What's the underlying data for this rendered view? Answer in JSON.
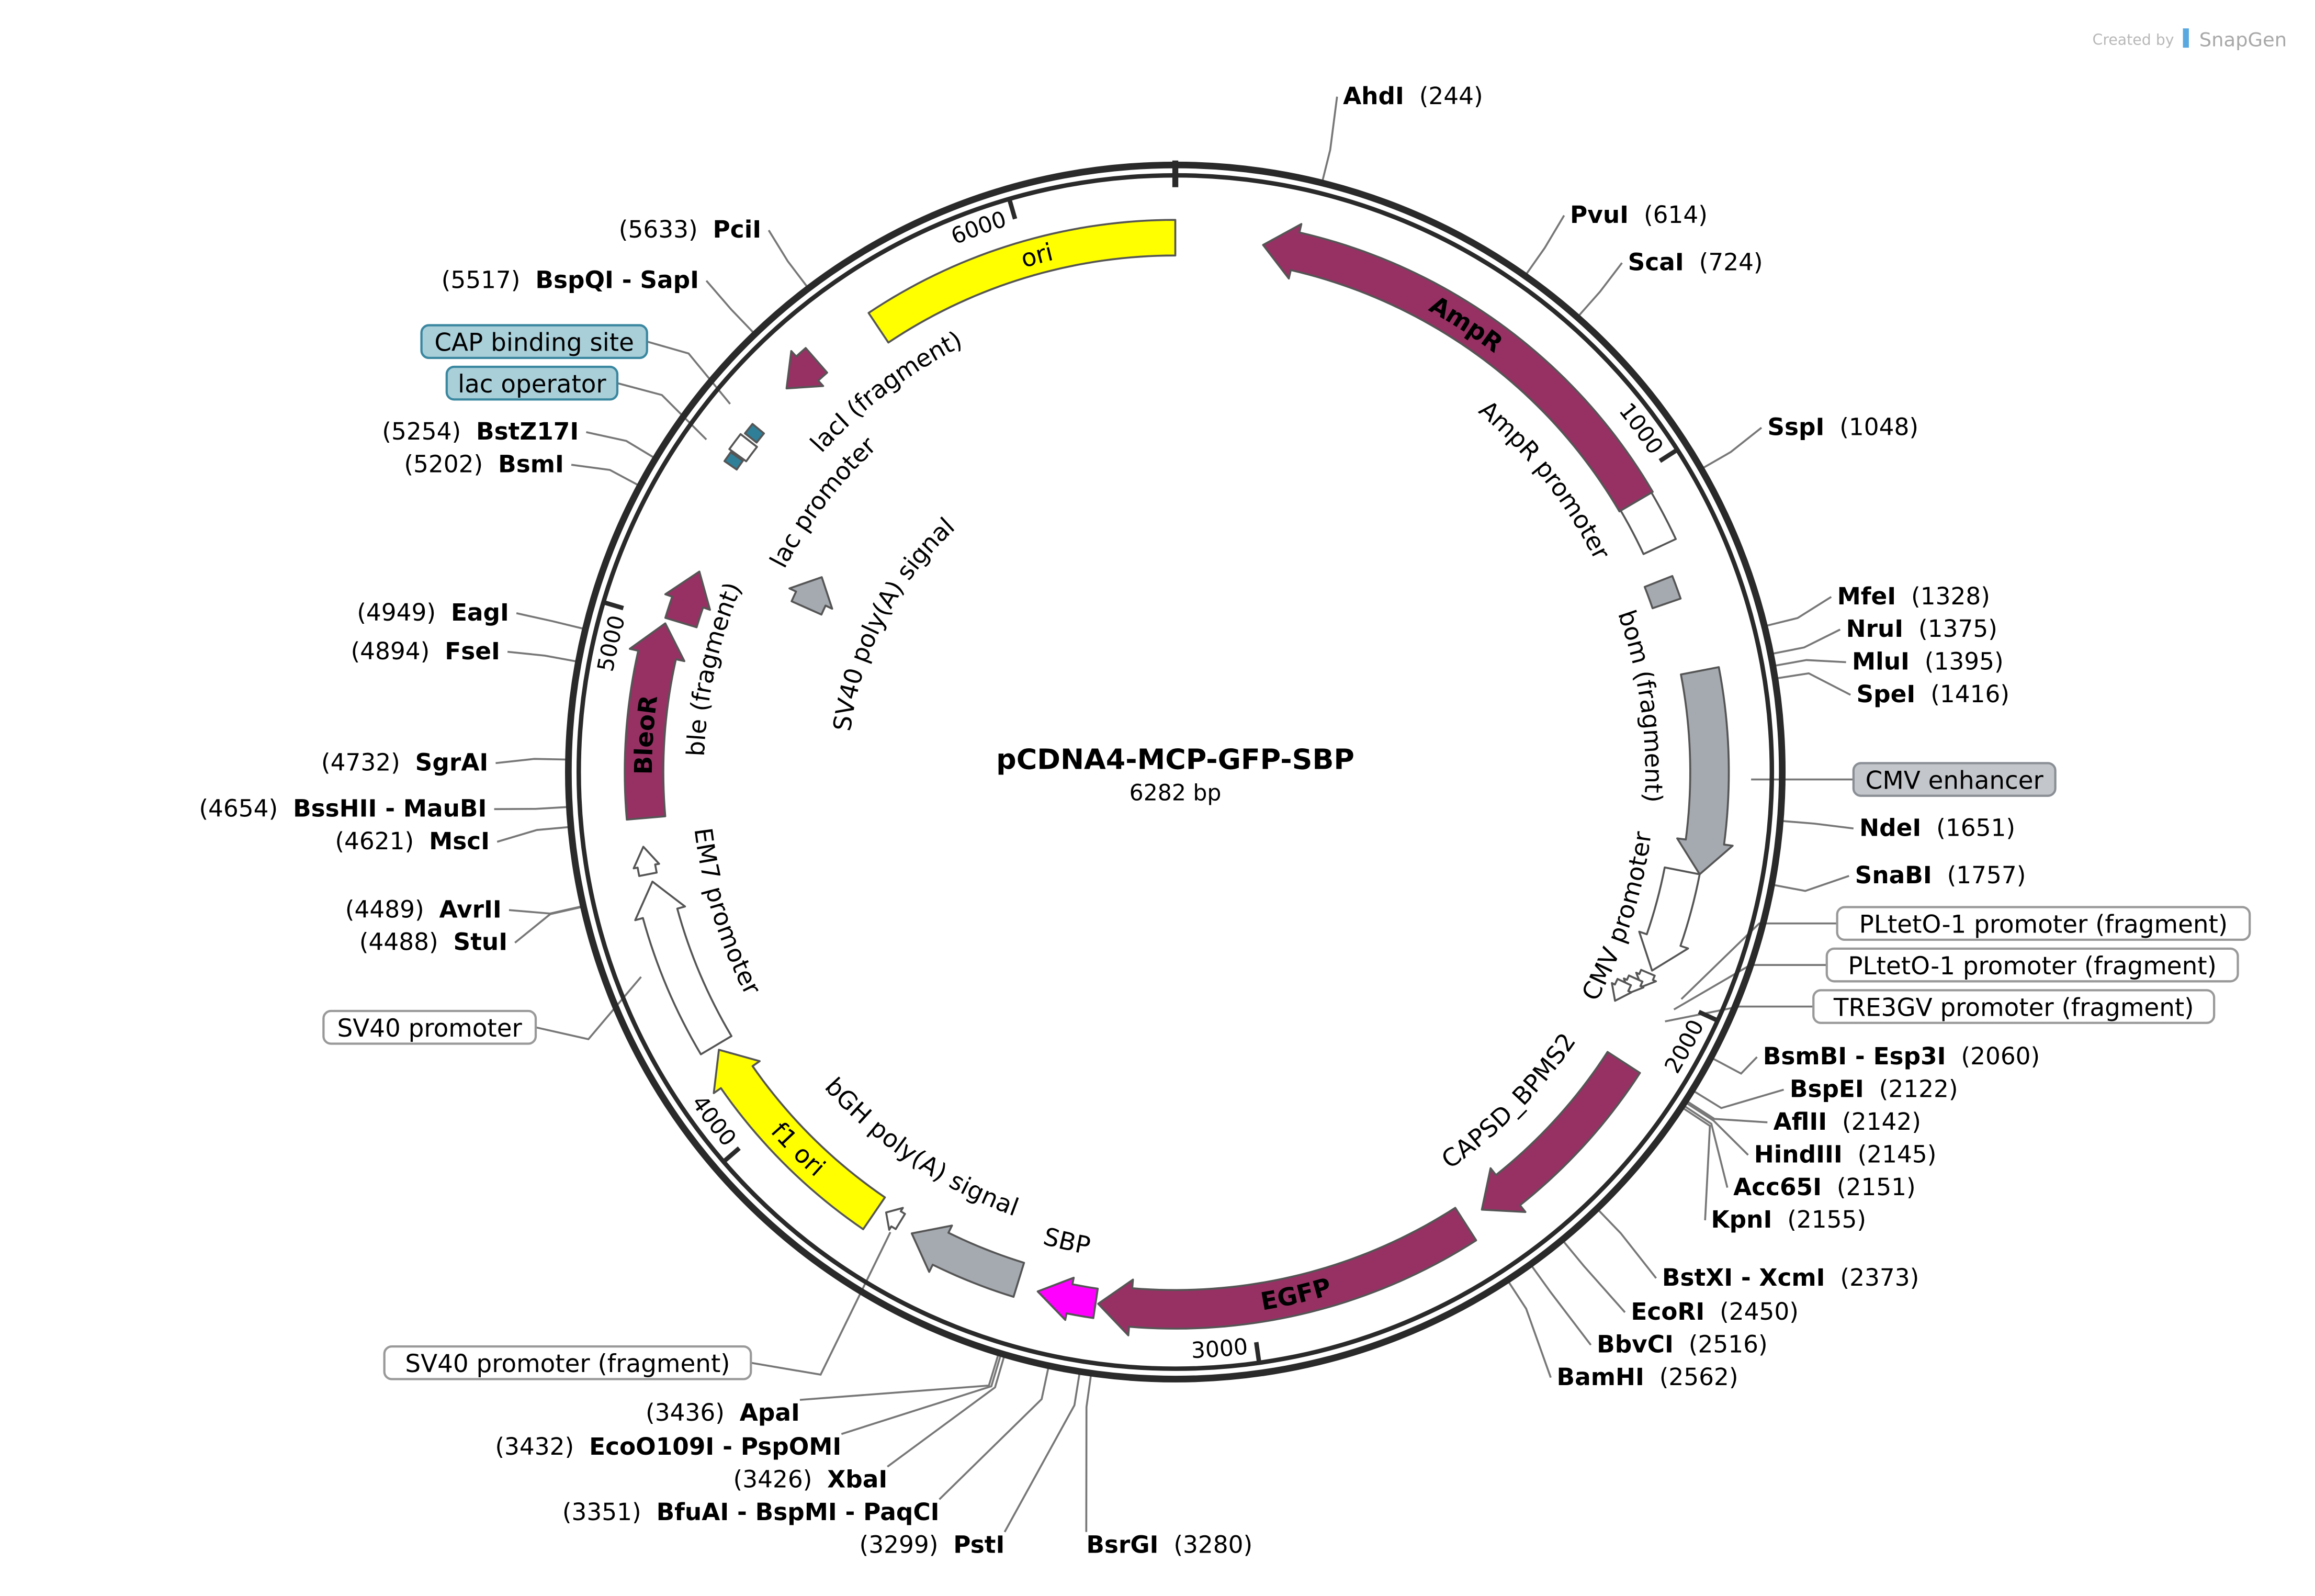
{
  "plasmid": {
    "name": "pCDNA4-MCP-GFP-SBP",
    "length_label": "6282 bp",
    "length": 6282
  },
  "logo": {
    "prefix": "Created by",
    "brand": "SnapGen"
  },
  "ticks": [
    {
      "pos": 1000,
      "label": "1000"
    },
    {
      "pos": 2000,
      "label": "2000"
    },
    {
      "pos": 3000,
      "label": "3000"
    },
    {
      "pos": 4000,
      "label": "4000"
    },
    {
      "pos": 5000,
      "label": "5000"
    },
    {
      "pos": 6000,
      "label": "6000"
    }
  ],
  "colors": {
    "purple": "#973163",
    "yellow": "#ffff00",
    "gray": "#a5aab0",
    "magenta": "#ff00ff",
    "teal": "#2f7f98",
    "white": "#ffffff",
    "box_blue": "#a9cfd9",
    "box_gray": "#c3c6ca"
  },
  "features": [
    {
      "name": "ori",
      "start": 5693,
      "end": 6282,
      "dir": 0,
      "color": "#ffff00"
    },
    {
      "name": "AmpR",
      "start": 165,
      "end": 1040,
      "dir": -1,
      "color": "#973163"
    },
    {
      "name": "AmpR promoter",
      "start": 1040,
      "end": 1135,
      "dir": 0,
      "color": "#ffffff"
    },
    {
      "name": "bom (fragment)",
      "start": 1195,
      "end": 1240,
      "dir": 0,
      "color": "#a5aab0"
    },
    {
      "name": "CMV enhancer",
      "start": 1380,
      "end": 1763,
      "dir": 1,
      "color": "#a5aab0"
    },
    {
      "name": "CMV promoter",
      "start": 1763,
      "end": 1965,
      "dir": 1,
      "color": "#ffffff"
    },
    {
      "name": "PLtetO-1 promoter (fragment)",
      "start": 1972,
      "end": 2002,
      "dir": 1,
      "color": "#ffffff"
    },
    {
      "name": "PLtetO-1 promoter (fragment)",
      "start": 1992,
      "end": 2024,
      "dir": 1,
      "color": "#ffffff"
    },
    {
      "name": "TRE3GV promoter (fragment)",
      "start": 2008,
      "end": 2050,
      "dir": 1,
      "color": "#ffffff"
    },
    {
      "name": "CAPSD_BPMS2",
      "start": 2145,
      "end": 2530,
      "dir": 1,
      "color": "#973163"
    },
    {
      "name": "EGFP",
      "start": 2570,
      "end": 3285,
      "dir": 1,
      "color": "#973163"
    },
    {
      "name": "SBP",
      "start": 3290,
      "end": 3400,
      "dir": 1,
      "color": "#ff00ff"
    },
    {
      "name": "bGH poly(A) signal",
      "start": 3440,
      "end": 3660,
      "dir": 1,
      "color": "#a5aab0"
    },
    {
      "name": "SV40 promoter (fragment)",
      "start": 3690,
      "end": 3722,
      "dir": 1,
      "color": "#ffffff"
    },
    {
      "name": "f1 ori",
      "start": 3740,
      "end": 4165,
      "dir": 1,
      "color": "#ffff00"
    },
    {
      "name": "SV40 promoter",
      "start": 4175,
      "end": 4505,
      "dir": 1,
      "color": "#ffffff"
    },
    {
      "name": "EM7 promoter",
      "start": 4520,
      "end": 4572,
      "dir": 1,
      "color": "#ffffff"
    },
    {
      "name": "BleoR",
      "start": 4625,
      "end": 4995,
      "dir": 1,
      "color": "#973163"
    },
    {
      "name": "ble (fragment)",
      "start": 5005,
      "end": 5110,
      "dir": 1,
      "color": "#973163"
    },
    {
      "name": "SV40 poly(A) signal",
      "start": 5130,
      "end": 5215,
      "dir": 1,
      "color": "#a5aab0"
    },
    {
      "name": "lac operator",
      "start": 5315,
      "end": 5335,
      "dir": 0,
      "color": "#2f7f98"
    },
    {
      "name": "lac promoter",
      "start": 5338,
      "end": 5372,
      "dir": 0,
      "color": "#ffffff"
    },
    {
      "name": "CAP binding site",
      "start": 5378,
      "end": 5400,
      "dir": 0,
      "color": "#2f7f98"
    },
    {
      "name": "lacI (fragment)",
      "start": 5490,
      "end": 5565,
      "dir": -1,
      "color": "#973163"
    }
  ],
  "boxed_labels": [
    {
      "text": "CAP binding site",
      "style": "blue"
    },
    {
      "text": "lac operator",
      "style": "blue"
    },
    {
      "text": "CMV enhancer",
      "style": "gray"
    },
    {
      "text": "PLtetO-1 promoter (fragment)",
      "style": "white"
    },
    {
      "text": "PLtetO-1 promoter (fragment)",
      "style": "white"
    },
    {
      "text": "TRE3GV promoter (fragment)",
      "style": "white"
    },
    {
      "text": "SV40 promoter",
      "style": "white"
    },
    {
      "text": "SV40 promoter (fragment)",
      "style": "white"
    }
  ],
  "enzymes": [
    {
      "name": "AhdI",
      "pos": 244
    },
    {
      "name": "PvuI",
      "pos": 614
    },
    {
      "name": "ScaI",
      "pos": 724
    },
    {
      "name": "SspI",
      "pos": 1048
    },
    {
      "name": "MfeI",
      "pos": 1328
    },
    {
      "name": "NruI",
      "pos": 1375
    },
    {
      "name": "MluI",
      "pos": 1395
    },
    {
      "name": "SpeI",
      "pos": 1416
    },
    {
      "name": "NdeI",
      "pos": 1651
    },
    {
      "name": "SnaBI",
      "pos": 1757
    },
    {
      "name": "BsmBI - Esp3I",
      "pos": 2060
    },
    {
      "name": "BspEI",
      "pos": 2122
    },
    {
      "name": "AflII",
      "pos": 2142
    },
    {
      "name": "HindIII",
      "pos": 2145
    },
    {
      "name": "Acc65I",
      "pos": 2151
    },
    {
      "name": "KpnI",
      "pos": 2155
    },
    {
      "name": "BstXI - XcmI",
      "pos": 2373
    },
    {
      "name": "EcoRI",
      "pos": 2450
    },
    {
      "name": "BbvCI",
      "pos": 2516
    },
    {
      "name": "BamHI",
      "pos": 2562
    },
    {
      "name": "BsrGI",
      "pos": 3280
    },
    {
      "name": "PstI",
      "pos": 3299
    },
    {
      "name": "BfuAI - BspMI - PaqCI",
      "pos": 3351
    },
    {
      "name": "XbaI",
      "pos": 3426
    },
    {
      "name": "EcoO109I - PspOMI",
      "pos": 3432
    },
    {
      "name": "ApaI",
      "pos": 3436
    },
    {
      "name": "StuI",
      "pos": 4488
    },
    {
      "name": "AvrII",
      "pos": 4489
    },
    {
      "name": "MscI",
      "pos": 4621
    },
    {
      "name": "BssHII - MauBI",
      "pos": 4654
    },
    {
      "name": "SgrAI",
      "pos": 4732
    },
    {
      "name": "FseI",
      "pos": 4894
    },
    {
      "name": "EagI",
      "pos": 4949
    },
    {
      "name": "BsmI",
      "pos": 5202
    },
    {
      "name": "BstZ17I",
      "pos": 5254
    },
    {
      "name": "BspQI - SapI",
      "pos": 5517
    },
    {
      "name": "PciI",
      "pos": 5633
    }
  ]
}
